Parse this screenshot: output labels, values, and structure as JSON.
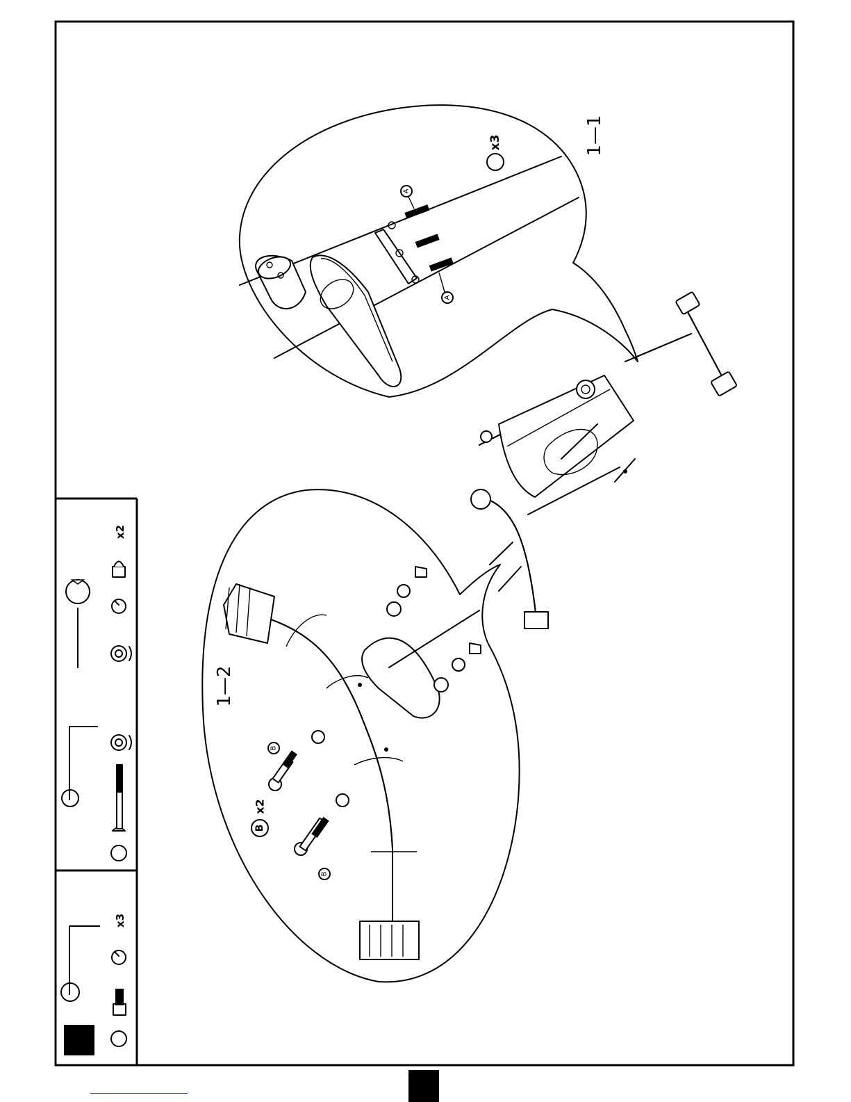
{
  "step": {
    "number": "1"
  },
  "hardware_panel_step1": {
    "quantity": "x3"
  },
  "hardware_panel_step2": {
    "quantity": "x2"
  },
  "detail_1_1": {
    "label": "1—1",
    "count": "x3",
    "bolt_marker": "A"
  },
  "detail_1_2": {
    "label": "1—2",
    "count": "x2",
    "bolt_marker": "B"
  },
  "icons": [
    "socket-head-bolt",
    "spring-washer",
    "flat-washer",
    "allen-key",
    "carriage-bolt",
    "open-wrench",
    "cap-nut"
  ]
}
